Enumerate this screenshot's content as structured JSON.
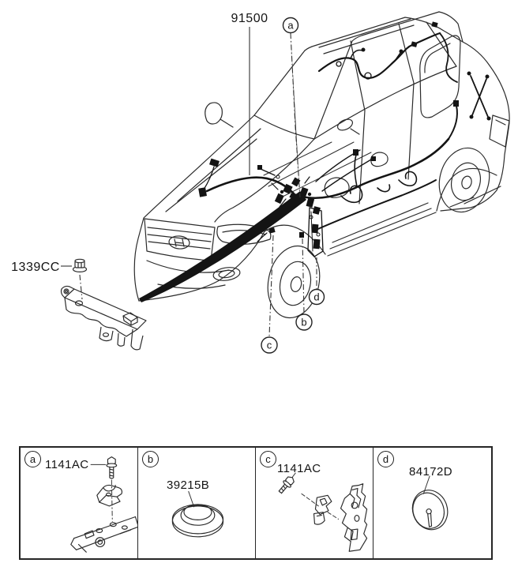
{
  "page": {
    "background": "#ffffff"
  },
  "diagram": {
    "harness_part_label": "91500",
    "nut_part_label": "1339CC",
    "callouts": {
      "a": "a",
      "b": "b",
      "c": "c",
      "d": "d"
    }
  },
  "legend": {
    "cells": [
      {
        "badge": "a",
        "part": "1141AC",
        "icon": "bolt-clip-rail-illustration"
      },
      {
        "badge": "b",
        "part": "39215B",
        "icon": "grommet-illustration"
      },
      {
        "badge": "c",
        "part": "1141AC",
        "icon": "bolt-clip-panel-illustration"
      },
      {
        "badge": "d",
        "part": "84172D",
        "icon": "sealing-pad-illustration"
      }
    ]
  },
  "colors": {
    "line": "#2b2b2b",
    "ink": "#141414"
  }
}
